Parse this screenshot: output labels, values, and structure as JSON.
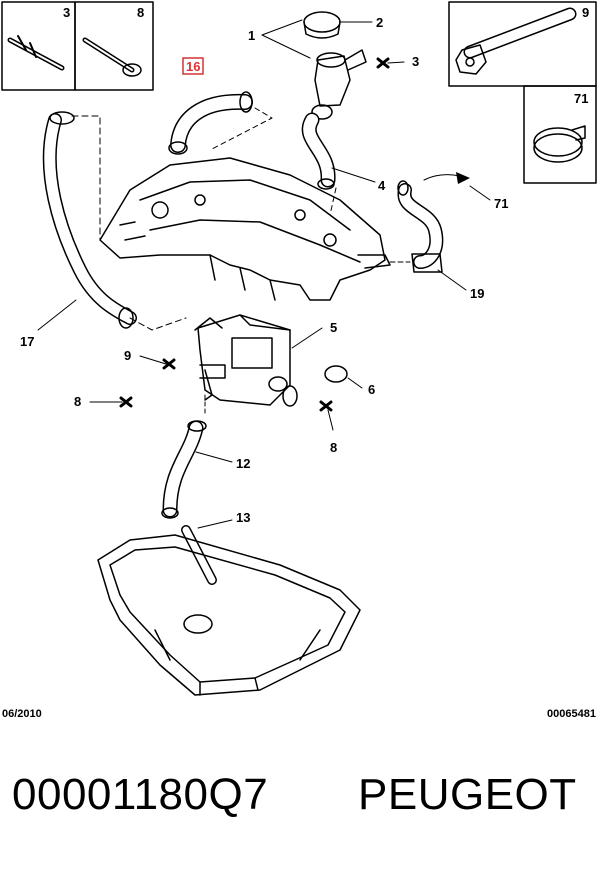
{
  "callouts": {
    "c1": "1",
    "c2": "2",
    "c3": "3",
    "c4": "4",
    "c5": "5",
    "c6": "6",
    "c8a": "8",
    "c8b": "8",
    "c9": "9",
    "c12": "12",
    "c13": "13",
    "c16": "16",
    "c17": "17",
    "c19": "19",
    "c71": "71"
  },
  "boxes": {
    "box_3": "3",
    "box_8": "8",
    "box_9": "9",
    "box_71": "71"
  },
  "meta": {
    "date": "06/2010",
    "ref": "00065481"
  },
  "footer": {
    "part_number": "00001180Q7",
    "brand": "PEUGEOT"
  },
  "colors": {
    "highlight": "#d33333",
    "line": "#000000"
  }
}
